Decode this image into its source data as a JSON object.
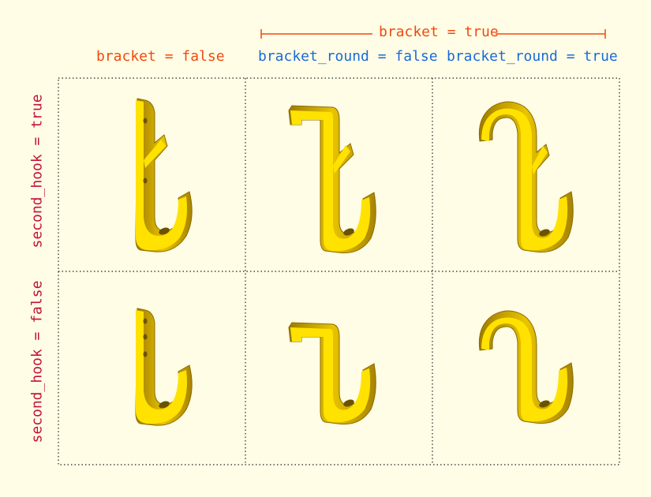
{
  "column_group": {
    "label": "bracket = true"
  },
  "columns": [
    {
      "label": "bracket = false"
    },
    {
      "label": "bracket_round = false"
    },
    {
      "label": "bracket_round = true"
    }
  ],
  "rows": [
    {
      "label": "second_hook = true"
    },
    {
      "label": "second_hook = false"
    }
  ],
  "colors": {
    "background": "#FFFDE5",
    "hook_face": "#FFE000",
    "hook_side": "#C9A000",
    "column_header": "#1A6AD8",
    "group_header": "#F04A10",
    "row_header": "#C4103A"
  }
}
